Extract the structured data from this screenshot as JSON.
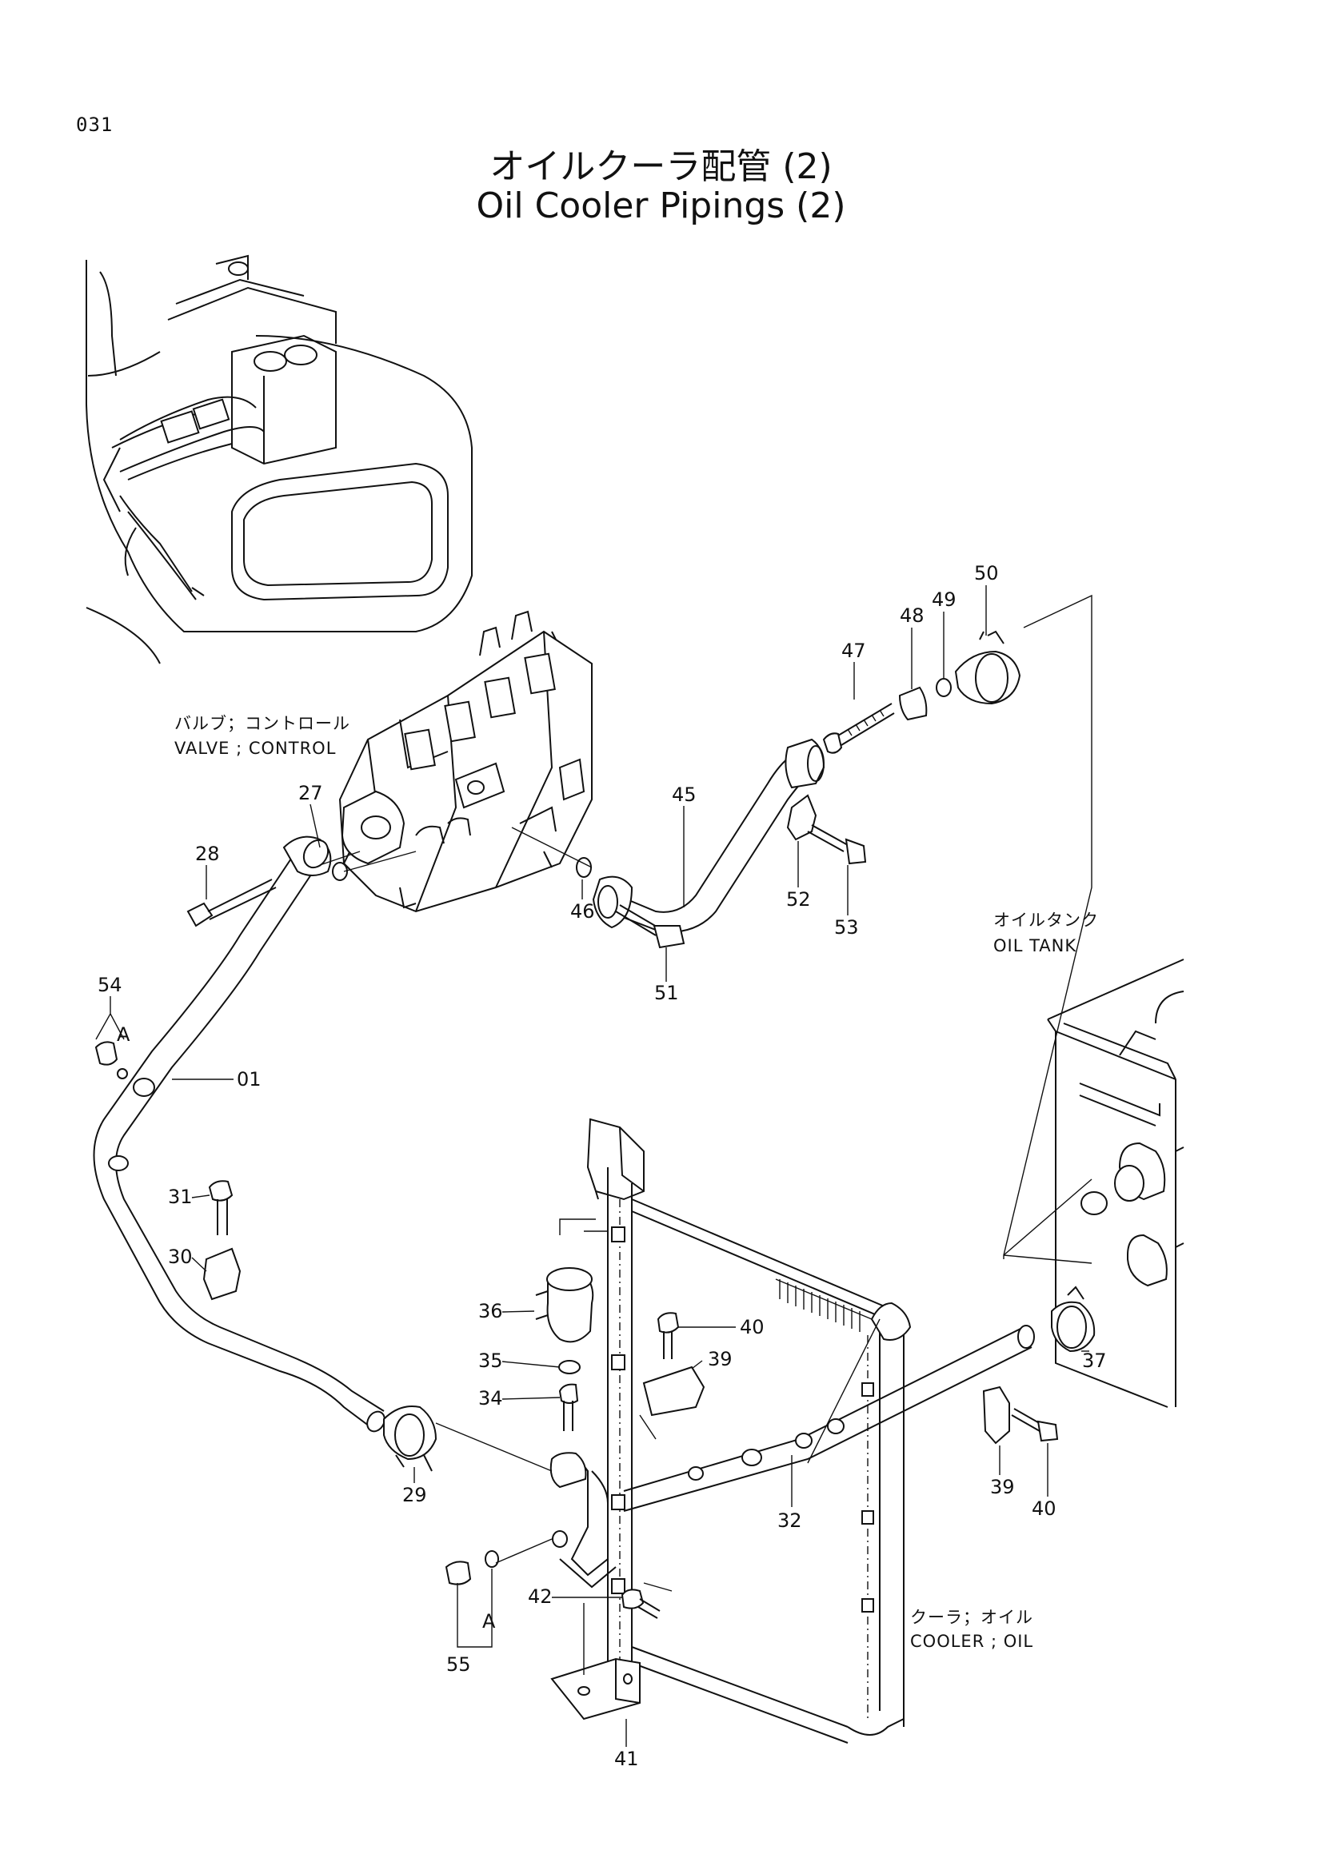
{
  "page": {
    "code": "031",
    "title_jp": "オイルクーラ配管 (2)",
    "title_en": "Oil Cooler Pipings (2)"
  },
  "components": [
    {
      "id": "valve",
      "jp": "バルブ；コントロール",
      "en": "VALVE ; CONTROL"
    },
    {
      "id": "tank",
      "jp": "オイルタンク",
      "en": "OIL TANK"
    },
    {
      "id": "cooler",
      "jp": "クーラ；オイル",
      "en": "COOLER ; OIL"
    }
  ],
  "parts": [
    "01",
    "27",
    "28",
    "29",
    "30",
    "31",
    "32",
    "34",
    "35",
    "36",
    "37",
    "39",
    "39",
    "40",
    "40",
    "41",
    "42",
    "45",
    "46",
    "47",
    "48",
    "49",
    "50",
    "51",
    "52",
    "53",
    "54",
    "55"
  ],
  "refs": [
    "A",
    "A"
  ]
}
